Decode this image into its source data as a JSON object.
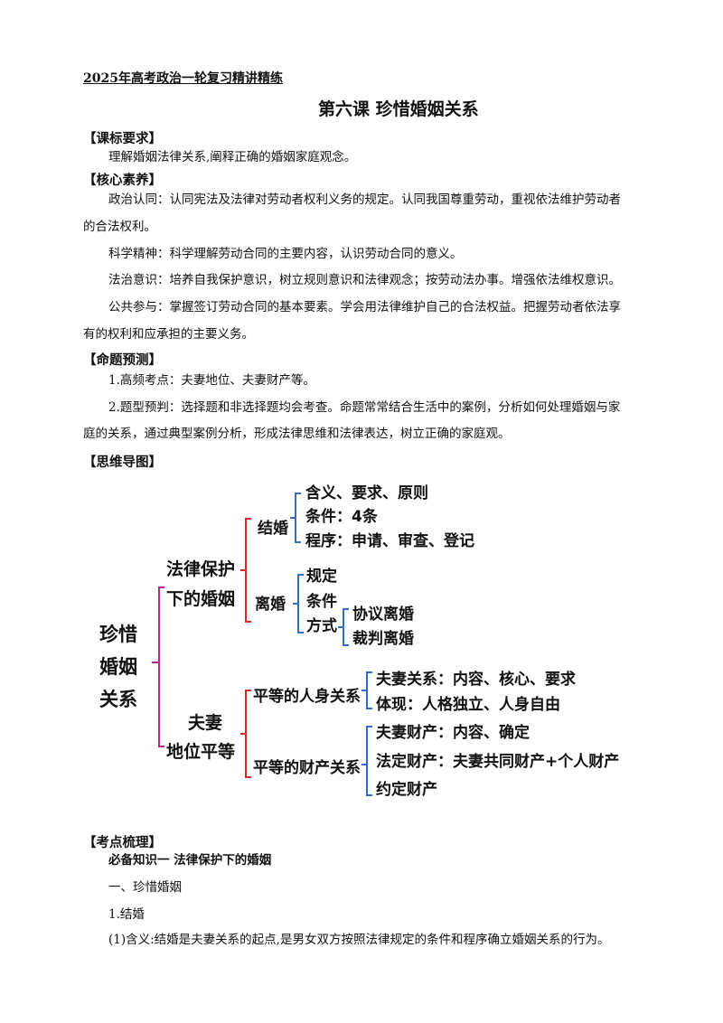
{
  "header": {
    "series_title": "2025年高考政治一轮复习精讲精练"
  },
  "lesson": {
    "title": "第六课  珍惜婚姻关系"
  },
  "sections": {
    "curriculum": {
      "heading": "【课标要求】",
      "text": "理解婚姻法律关系,阐释正确的婚姻家庭观念。"
    },
    "core": {
      "heading": "【核心素养】",
      "p1_line1": "政治认同：认同宪法及法律对劳动者权利义务的规定。认同我国尊重劳动，重视依法维护劳动者",
      "p1_line2": "的合法权利。",
      "p2": "科学精神：科学理解劳动合同的主要内容，认识劳动合同的意义。",
      "p3": "法治意识：培养自我保护意识，树立规则意识和法律观念；按劳动法办事。增强依法维权意识。",
      "p4_line1": "公共参与：掌握签订劳动合同的基本要素。学会用法律维护自己的合法权益。把握劳动者依法享",
      "p4_line2": "有的权利和应承担的主要义务。"
    },
    "forecast": {
      "heading": "【命题预测】",
      "p1": "1.高频考点：夫妻地位、夫妻财产等。",
      "p2_line1": "2.题型预判：选择题和非选择题均会考查。命题常常结合生活中的案例，分析如何处理婚姻与家",
      "p2_line2": "庭的关系，通过典型案例分析，形成法律思维和法律表达，树立正确的家庭观。"
    },
    "mindmap": {
      "heading": "【思维导图】",
      "root": [
        "珍惜",
        "婚姻",
        "关系"
      ],
      "branch1": [
        "法律保护",
        "下的婚姻"
      ],
      "marriage": "结婚",
      "marriage_items": [
        "含义、要求、原则",
        "条件：4条",
        "程序：申请、审查、登记"
      ],
      "divorce": "离婚",
      "divorce_items": [
        "规定",
        "条件",
        "方式"
      ],
      "divorce_ways": [
        "协议离婚",
        "裁判离婚"
      ],
      "branch2": [
        "夫妻",
        "地位平等"
      ],
      "personal": "平等的人身关系",
      "personal_items": [
        "夫妻关系：内容、核心、要求",
        "体现：人格独立、人身自由"
      ],
      "property": "平等的财产关系",
      "property_items": [
        "夫妻财产：内容、确定",
        "法定财产：夫妻共同财产+个人财产",
        "约定财产"
      ],
      "colors": {
        "magenta": "#b4248c",
        "red": "#d8262a",
        "blue": "#2f6fc9"
      }
    },
    "points": {
      "heading": "【考点梳理】",
      "knowledge1": "必备知识一    法律保护下的婚姻",
      "sub1": "一、珍惜婚姻",
      "item1": "1.结婚",
      "item1_1": "(1)含义:结婚是夫妻关系的起点,是男女双方按照法律规定的条件和程序确立婚姻关系的行为。"
    }
  }
}
